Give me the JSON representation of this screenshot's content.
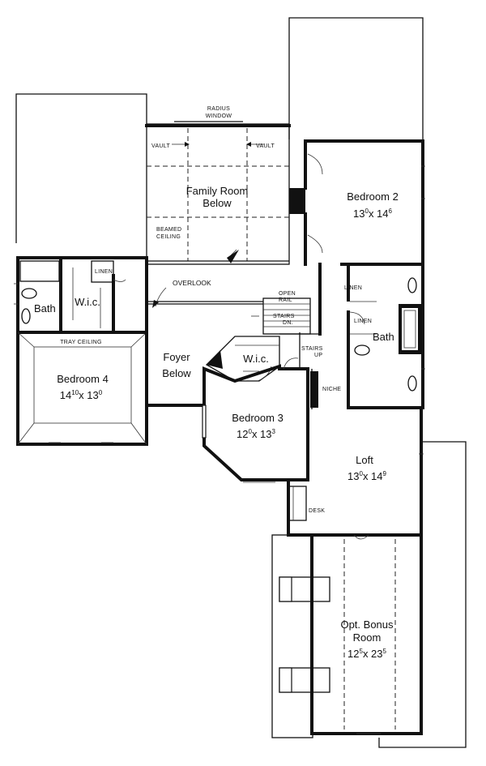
{
  "rooms": {
    "family_room": {
      "line1": "Family Room",
      "line2": "Below"
    },
    "bedroom2": {
      "name": "Bedroom 2",
      "dim": "13",
      "dim_sup1": "0",
      "x": "x 14",
      "dim_sup2": "6"
    },
    "bedroom3": {
      "name": "Bedroom 3",
      "dim": "12",
      "dim_sup1": "0",
      "x": "x 13",
      "dim_sup2": "3"
    },
    "bedroom4": {
      "name": "Bedroom 4",
      "dim": "14",
      "dim_sup1": "10",
      "x": "x 13",
      "dim_sup2": "0"
    },
    "loft": {
      "name": "Loft",
      "dim": "13",
      "dim_sup1": "0",
      "x": "x 14",
      "dim_sup2": "9"
    },
    "bonus": {
      "line1": "Opt. Bonus",
      "line2": "Room",
      "dim": "12",
      "dim_sup1": "5",
      "x": "x 23",
      "dim_sup2": "5"
    },
    "foyer": {
      "line1": "Foyer",
      "line2": "Below"
    },
    "bath_left": "Bath",
    "bath_right": "Bath",
    "wic_left": "W.i.c.",
    "wic_center": "W.i.c."
  },
  "notes": {
    "radius_window_1": "RADIUS",
    "radius_window_2": "WINDOW",
    "vault_left": "VAULT",
    "vault_right": "VAULT",
    "beamed_1": "BEAMED",
    "beamed_2": "CEILING",
    "overlook": "OVERLOOK",
    "open_rail_1": "OPEN",
    "open_rail_2": "RAIL",
    "stairs_dn_1": "STAIRS",
    "stairs_dn_2": "DN.",
    "stairs_up_1": "STAIRS",
    "stairs_up_2": "UP",
    "linen_1": "LINEN",
    "linen_2": "LINEN",
    "linen_3": "LINEN",
    "tray_ceiling": "TRAY CEILING",
    "niche": "NICHE",
    "desk": "DESK"
  }
}
